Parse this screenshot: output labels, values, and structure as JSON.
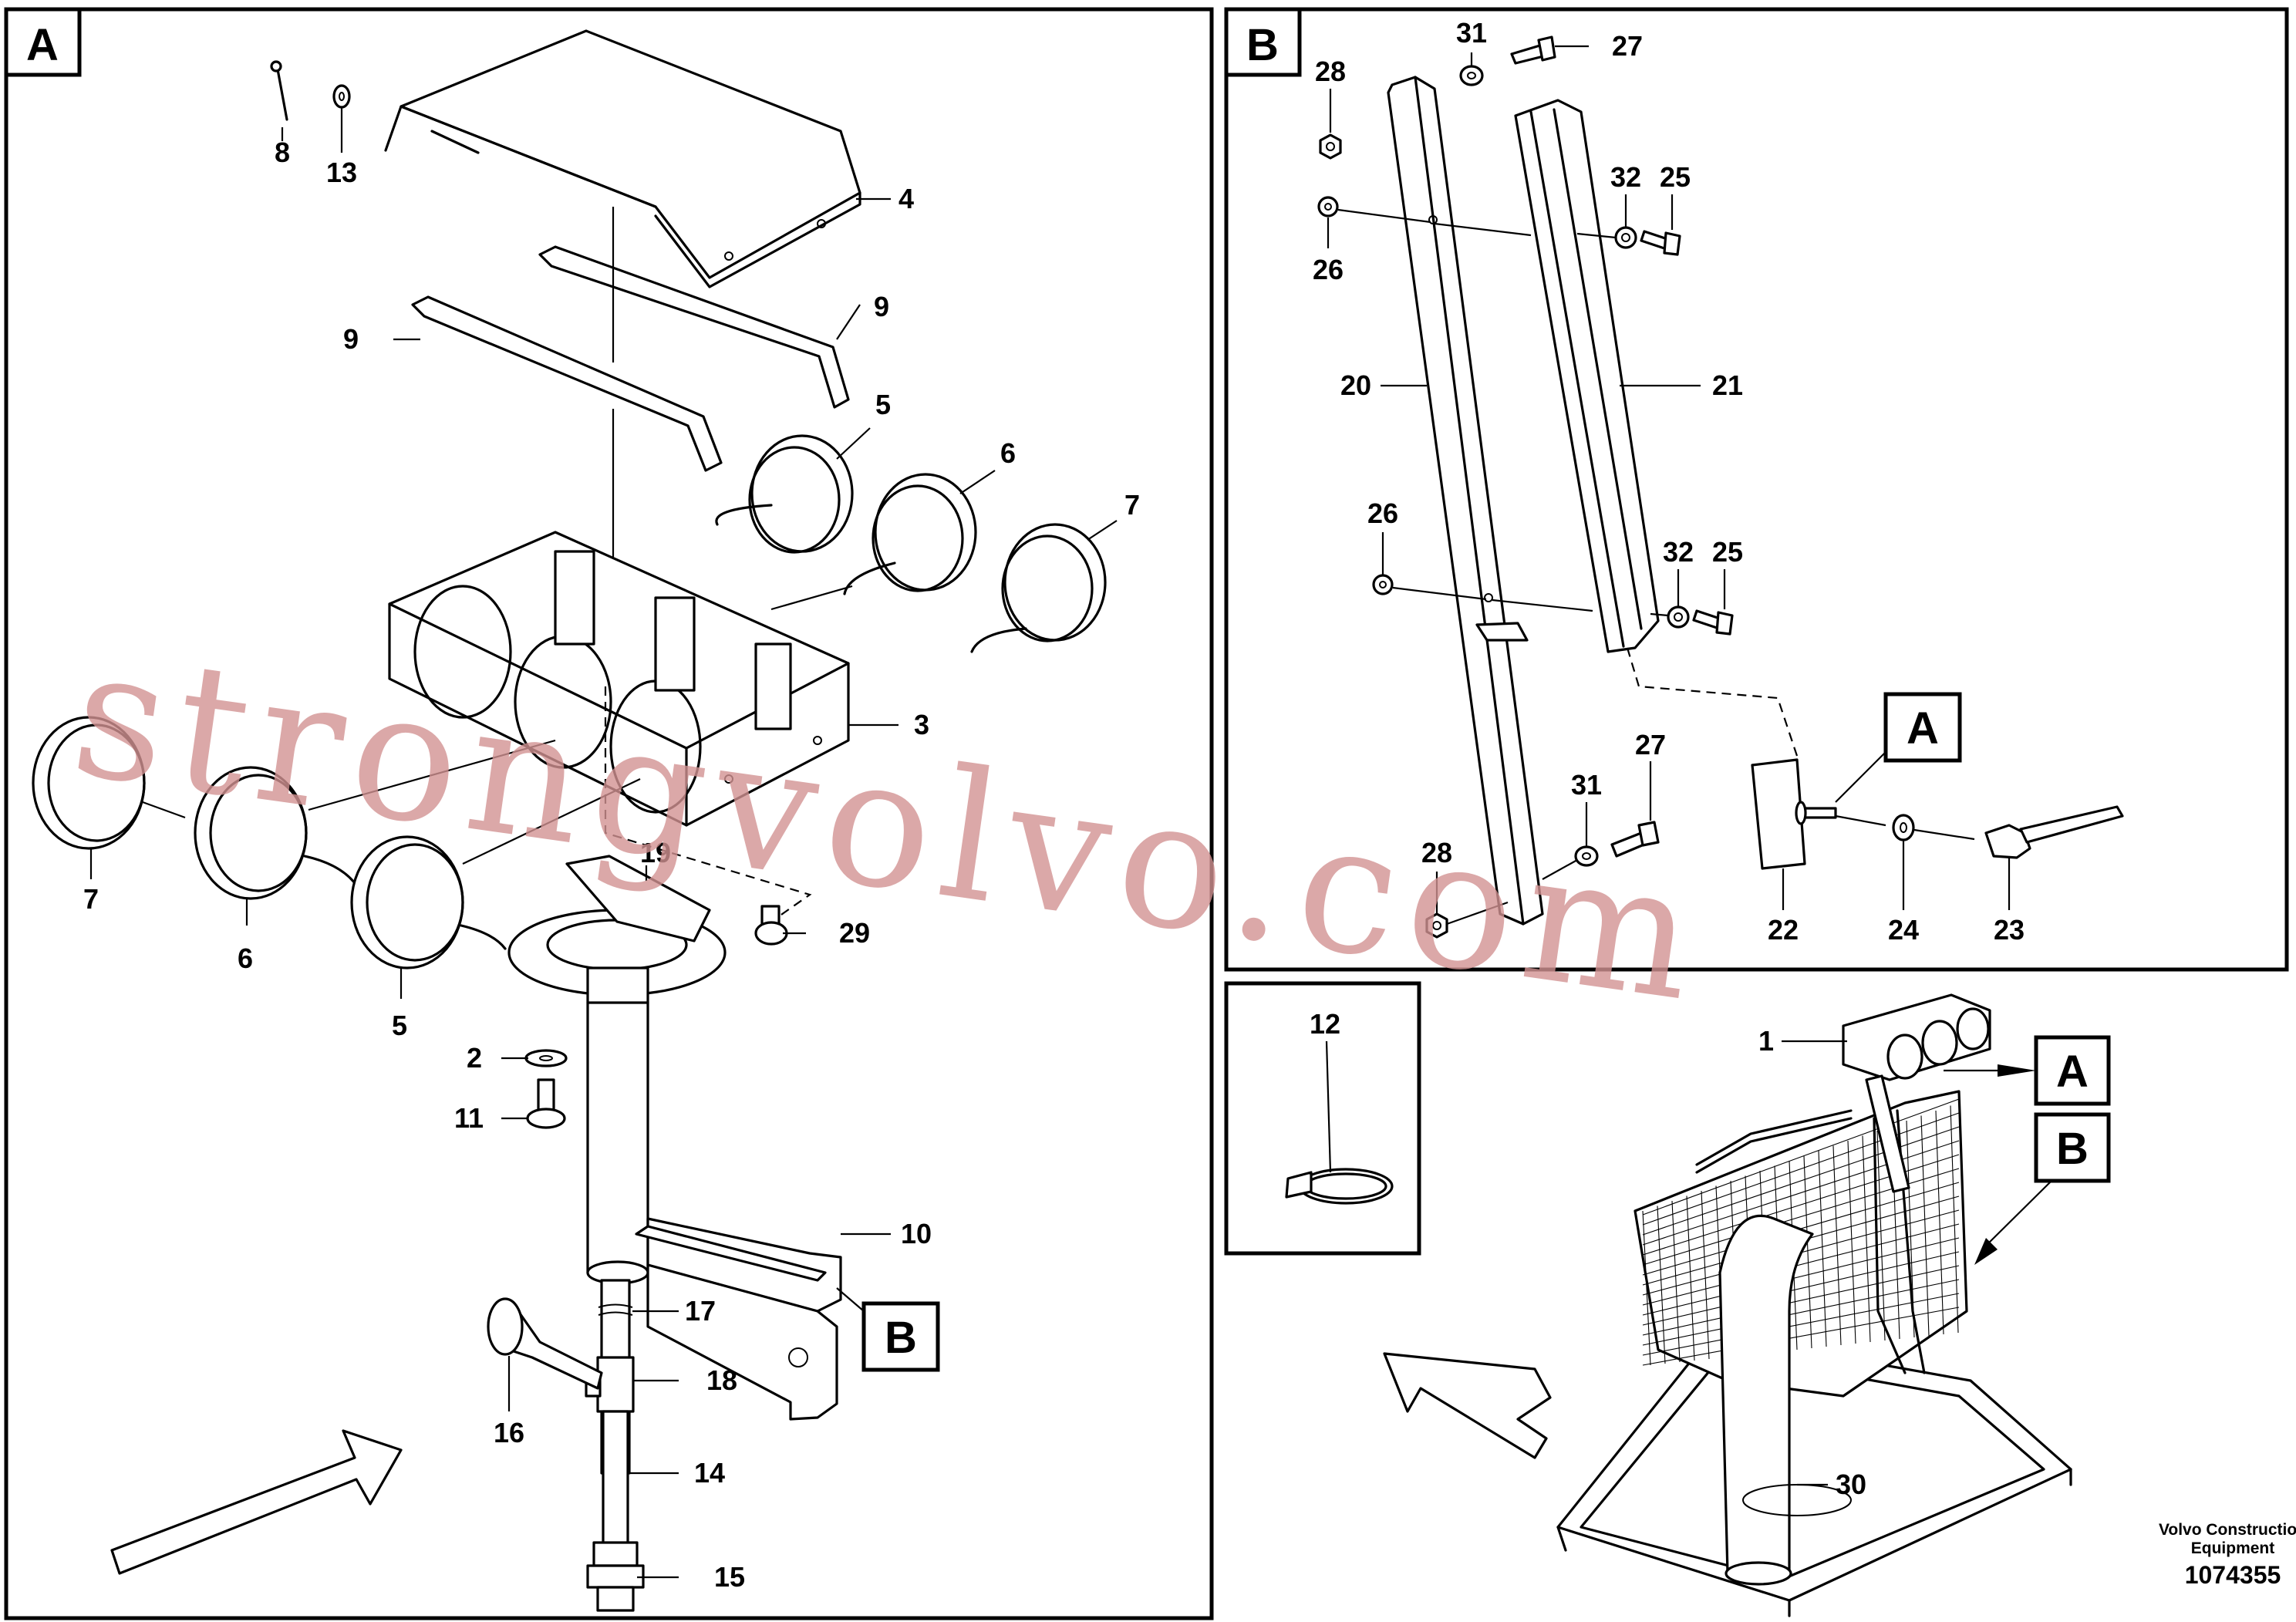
{
  "panels": {
    "a": {
      "label": "A"
    },
    "b": {
      "label": "B"
    }
  },
  "callouts": {
    "a": "A",
    "b": "B"
  },
  "part_numbers": {
    "p1": "1",
    "p2": "2",
    "p3": "3",
    "p4": "4",
    "p5": "5",
    "p6": "6",
    "p7": "7",
    "p8": "8",
    "p9": "9",
    "p10": "10",
    "p11": "11",
    "p12": "12",
    "p13": "13",
    "p14": "14",
    "p15": "15",
    "p16": "16",
    "p17": "17",
    "p18": "18",
    "p19": "19",
    "p20": "20",
    "p21": "21",
    "p22": "22",
    "p23": "23",
    "p24": "24",
    "p25": "25",
    "p26": "26",
    "p27": "27",
    "p28": "28",
    "p29": "29",
    "p30": "30",
    "p31": "31",
    "p32": "32"
  },
  "footer": {
    "company_line1": "Volvo Construction",
    "company_line2": "Equipment",
    "doc_number": "1074355"
  },
  "watermark": "strongvolvo.com"
}
